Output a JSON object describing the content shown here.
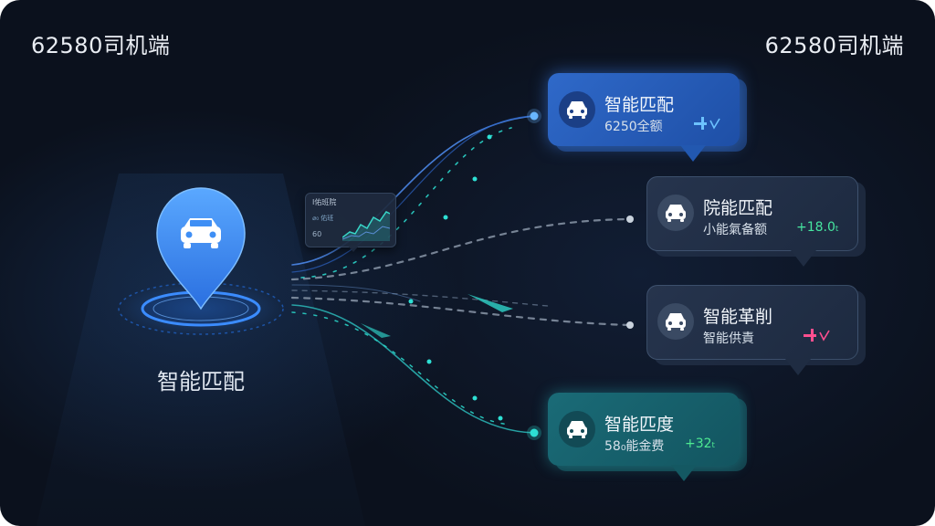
{
  "header": {
    "left_title": "62580司机端",
    "right_title": "62580司机端"
  },
  "pin": {
    "label": "智能匹配",
    "icon": "car-icon",
    "color": "#3f8ff5"
  },
  "mini_chart": {
    "title": "Ⅰ佑班院",
    "subtitle": "⌀₀ 佑班",
    "value": "60",
    "icon": "line-chart-icon"
  },
  "cards": [
    {
      "title": "智能匹配",
      "subtitle": "6250全额",
      "value": "",
      "value_color": "#5fb0ff",
      "mark_color": "#6cc2ff",
      "icon": "car-icon"
    },
    {
      "title": "院能匹配",
      "subtitle": "小能氣备额",
      "value": "+18.0ₜ",
      "value_color": "#46e6a0",
      "mark_color": "#46e6a0",
      "icon": "car-icon"
    },
    {
      "title": "智能革削",
      "subtitle": "智能供責",
      "value": "",
      "value_color": "#ff5c9a",
      "mark_color": "#ff4f8f",
      "icon": "car-icon"
    },
    {
      "title": "智能匹度",
      "subtitle": "58₀能金费",
      "value": "+32ₜ",
      "value_color": "#4eea92",
      "mark_color": "#4eea92",
      "icon": "car-icon"
    }
  ],
  "colors": {
    "background": "#0b111d",
    "accent_blue": "#3f8ff5",
    "accent_teal": "#2cc9c7"
  }
}
